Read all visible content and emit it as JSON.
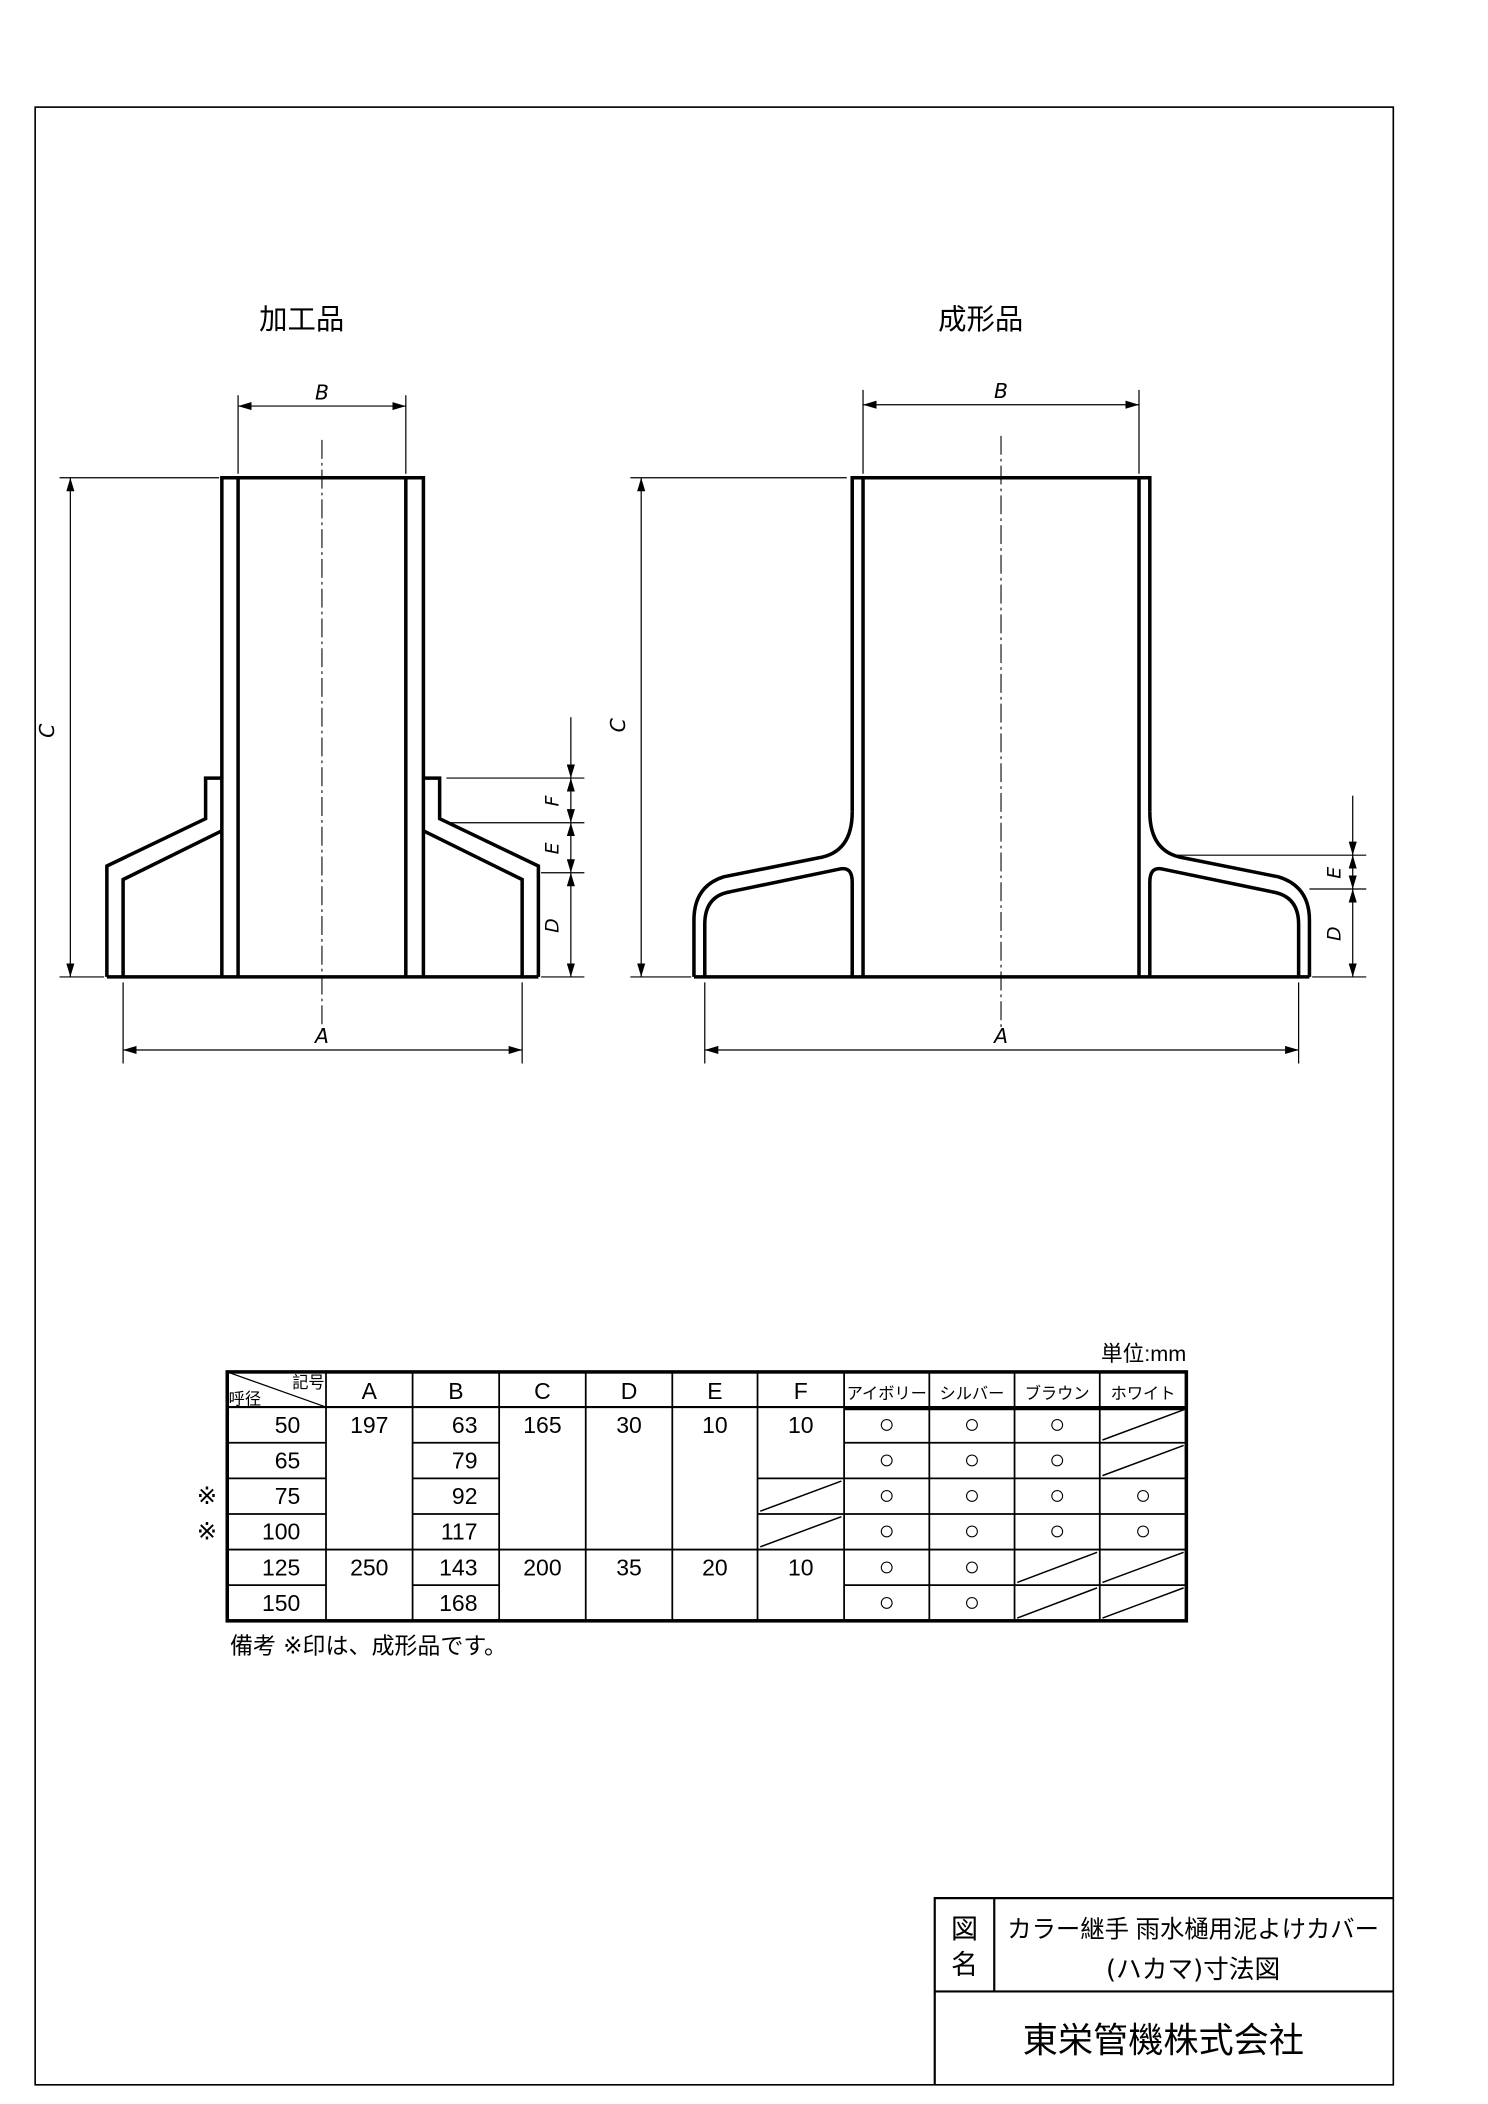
{
  "drawing": {
    "left_title": "加工品",
    "right_title": "成形品",
    "dims": {
      "A": "A",
      "B": "B",
      "C": "C",
      "D": "D",
      "E": "E",
      "F": "F"
    }
  },
  "table": {
    "unit": "単位:mm",
    "corner_top": "記号",
    "corner_bottom": "呼径",
    "headers": [
      "A",
      "B",
      "C",
      "D",
      "E",
      "F",
      "アイボリー",
      "シルバー",
      "ブラウン",
      "ホワイト"
    ],
    "marks": [
      "",
      "",
      "※",
      "※",
      "",
      ""
    ],
    "sizes": [
      "50",
      "65",
      "75",
      "100",
      "125",
      "150"
    ],
    "A": [
      "197",
      null,
      null,
      null,
      "250",
      null
    ],
    "B": [
      "63",
      "79",
      "92",
      "117",
      "143",
      "168"
    ],
    "C": [
      "165",
      null,
      null,
      null,
      "200",
      null
    ],
    "D": [
      "30",
      null,
      null,
      null,
      "35",
      null
    ],
    "E": [
      "10",
      null,
      null,
      null,
      "20",
      null
    ],
    "F": [
      "10",
      null,
      "slash",
      "slash",
      "10",
      null
    ],
    "colors": [
      [
        "○",
        "○",
        "○",
        "slash"
      ],
      [
        "○",
        "○",
        "○",
        "slash"
      ],
      [
        "○",
        "○",
        "○",
        "○"
      ],
      [
        "○",
        "○",
        "○",
        "○"
      ],
      [
        "○",
        "○",
        "slash",
        "slash"
      ],
      [
        "○",
        "○",
        "slash",
        "slash"
      ]
    ],
    "note": "備考 ※印は、成形品です。"
  },
  "title_block": {
    "label": "図名",
    "label_1": "図",
    "label_2": "名",
    "title_line1": "カラー継手 雨水樋用泥よけカバー",
    "title_line2": "(ハカマ)寸法図",
    "company": "東栄管機株式会社"
  }
}
